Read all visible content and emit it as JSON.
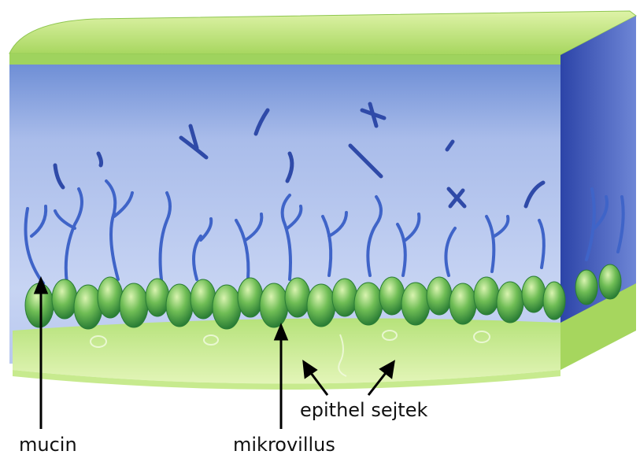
{
  "labels": {
    "mucin": "mucin",
    "mikrovillus": "mikrovillus",
    "epithel": "epithel sejtek"
  },
  "colors": {
    "mucus_light": "#c9d6f2",
    "mucus_mid": "#8ea6e2",
    "mucus_dark": "#3d56b8",
    "epithel_light": "#d9f0a0",
    "epithel_mid": "#9fd35e",
    "villus_dark": "#2f8a3c",
    "fiber": "#3f64c8",
    "arrow": "#000000"
  }
}
